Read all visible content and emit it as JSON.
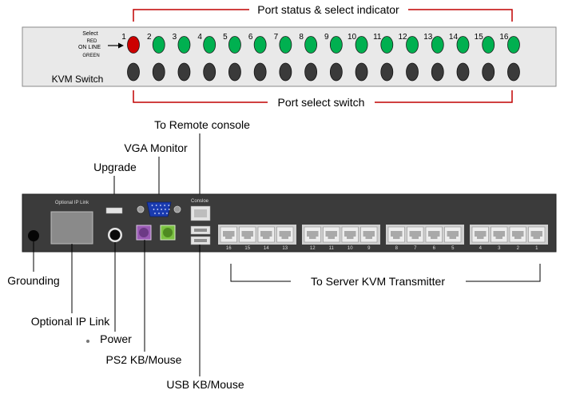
{
  "front_panel": {
    "title": "KVM Switch",
    "select_label": "Select",
    "red_label": "RED",
    "online_label": "ON LINE",
    "green_label": "GREEN",
    "ports": [
      "1",
      "2",
      "3",
      "4",
      "5",
      "6",
      "7",
      "8",
      "9",
      "10",
      "11",
      "12",
      "13",
      "14",
      "15",
      "16"
    ],
    "selected_port": "1",
    "selected_color": "#cc0000",
    "online_color": "#00b050",
    "button_color": "#3a3a3a"
  },
  "callouts": {
    "status_indicator": "Port status & select indicator",
    "select_switch": "Port select switch",
    "remote_console": "To Remote console",
    "vga_monitor": "VGA Monitor",
    "upgrade": "Upgrade",
    "grounding": "Grounding",
    "optional_ip_link": "Optional IP Link",
    "power": "Power",
    "ps2": "PS2 KB/Mouse",
    "usb": "USB KB/Mouse",
    "server_transmitter": "To Server KVM Transmitter"
  },
  "rear_panel": {
    "ip_link_label": "Optional IP Link",
    "console_label": "Consloe",
    "port_groups": [
      [
        "16",
        "15",
        "14",
        "13"
      ],
      [
        "12",
        "11",
        "10",
        "9"
      ],
      [
        "8",
        "7",
        "6",
        "5"
      ],
      [
        "4",
        "3",
        "2",
        "1"
      ]
    ],
    "accent_colors": {
      "vga": "#1a3bb0",
      "ps2_kb": "#9b5bb5",
      "ps2_mouse": "#7cc242",
      "callout_line": "#c00000"
    }
  }
}
